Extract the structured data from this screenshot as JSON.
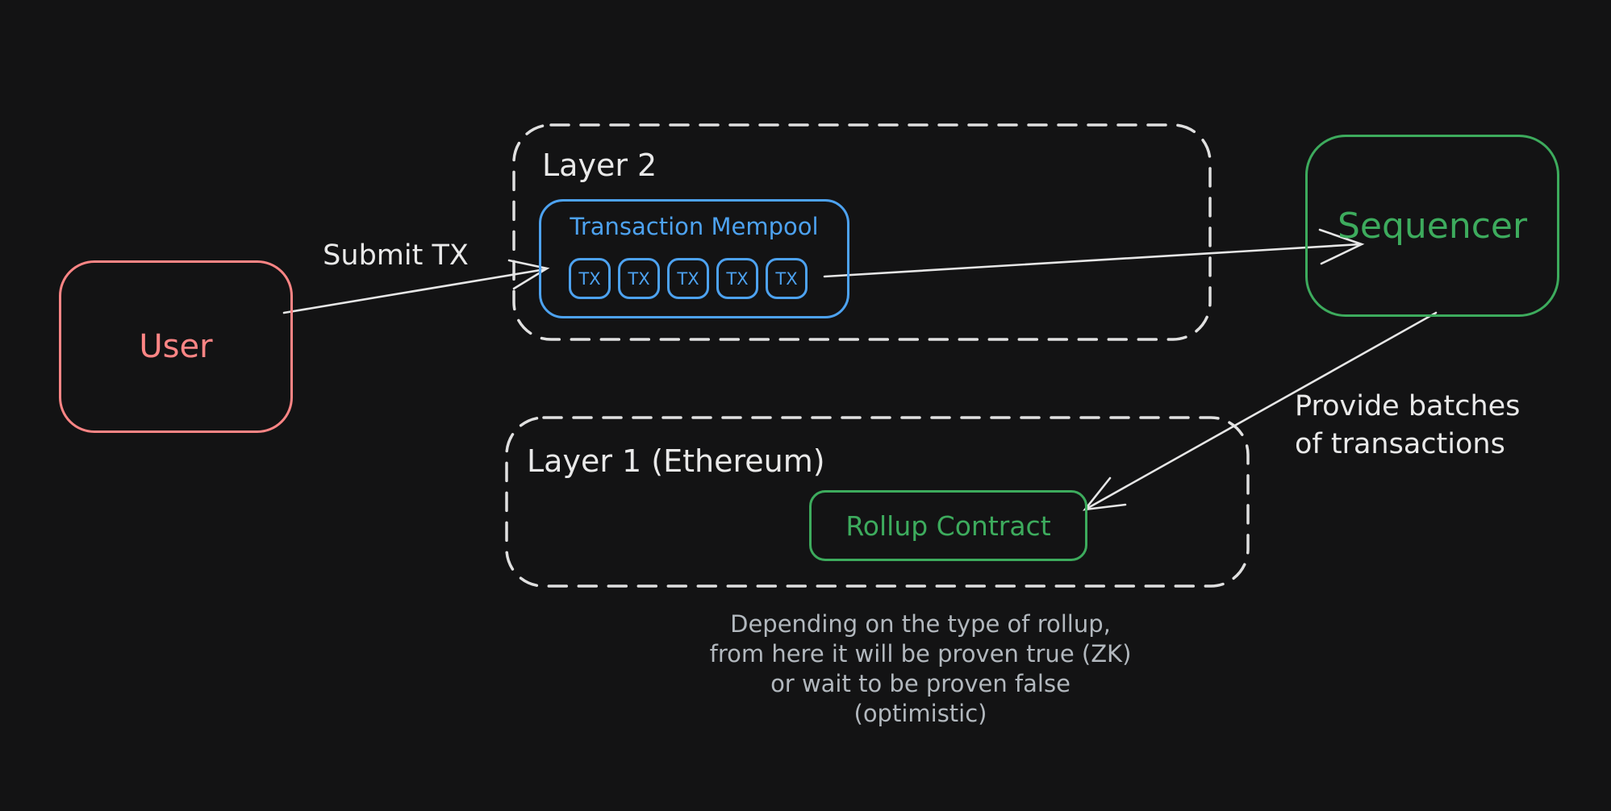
{
  "diagram": {
    "title_context": "L2 rollup transaction flow diagram",
    "colors": {
      "background": "#131314",
      "stroke_white": "#e4e4e4",
      "caption_gray": "#b2b8be",
      "user_red": "#ff8585",
      "mempool_blue": "#4da2f0",
      "green": "#3dab5d"
    },
    "nodes": {
      "user": {
        "label": "User"
      },
      "sequencer": {
        "label": "Sequencer"
      },
      "layer2": {
        "label": "Layer 2",
        "mempool": {
          "title": "Transaction Mempool",
          "tx_items": [
            "TX",
            "TX",
            "TX",
            "TX",
            "TX"
          ]
        }
      },
      "layer1": {
        "label": "Layer 1 (Ethereum)",
        "rollup_contract": {
          "label": "Rollup Contract"
        }
      }
    },
    "arrows": {
      "submit_tx": {
        "label": "Submit TX"
      },
      "mempool_to_sequencer": {
        "label": ""
      },
      "provide_batches": {
        "line1": "Provide batches",
        "line2": "of transactions"
      }
    },
    "caption": {
      "line1": "Depending on the type of rollup,",
      "line2": "from here it will be proven true (ZK)",
      "line3": "or wait to be proven false (optimistic)"
    }
  }
}
